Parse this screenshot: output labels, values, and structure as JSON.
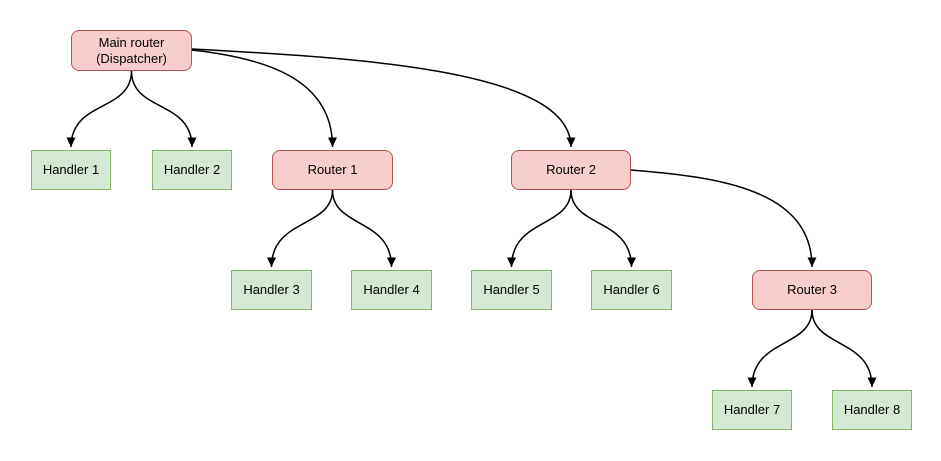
{
  "diagram": {
    "nodes": {
      "main_router": {
        "line1": "Main router",
        "line2": "(Dispatcher)",
        "type": "router"
      },
      "handler_1": {
        "label": "Handler 1",
        "type": "handler"
      },
      "handler_2": {
        "label": "Handler 2",
        "type": "handler"
      },
      "router_1": {
        "label": "Router 1",
        "type": "router"
      },
      "router_2": {
        "label": "Router 2",
        "type": "router"
      },
      "handler_3": {
        "label": "Handler 3",
        "type": "handler"
      },
      "handler_4": {
        "label": "Handler 4",
        "type": "handler"
      },
      "handler_5": {
        "label": "Handler 5",
        "type": "handler"
      },
      "handler_6": {
        "label": "Handler 6",
        "type": "handler"
      },
      "router_3": {
        "label": "Router 3",
        "type": "router"
      },
      "handler_7": {
        "label": "Handler 7",
        "type": "handler"
      },
      "handler_8": {
        "label": "Handler 8",
        "type": "handler"
      }
    },
    "edges": [
      {
        "from": "main_router",
        "to": "handler_1"
      },
      {
        "from": "main_router",
        "to": "handler_2"
      },
      {
        "from": "main_router",
        "to": "router_1"
      },
      {
        "from": "main_router",
        "to": "router_2"
      },
      {
        "from": "router_1",
        "to": "handler_3"
      },
      {
        "from": "router_1",
        "to": "handler_4"
      },
      {
        "from": "router_2",
        "to": "handler_5"
      },
      {
        "from": "router_2",
        "to": "handler_6"
      },
      {
        "from": "router_2",
        "to": "router_3"
      },
      {
        "from": "router_3",
        "to": "handler_7"
      },
      {
        "from": "router_3",
        "to": "handler_8"
      }
    ],
    "colors": {
      "router_fill": "#f8cecc",
      "router_stroke": "#b85450",
      "handler_fill": "#d5e8d4",
      "handler_stroke": "#82b366",
      "edge": "#000000",
      "text": "#000000",
      "background": "#ffffff"
    }
  }
}
